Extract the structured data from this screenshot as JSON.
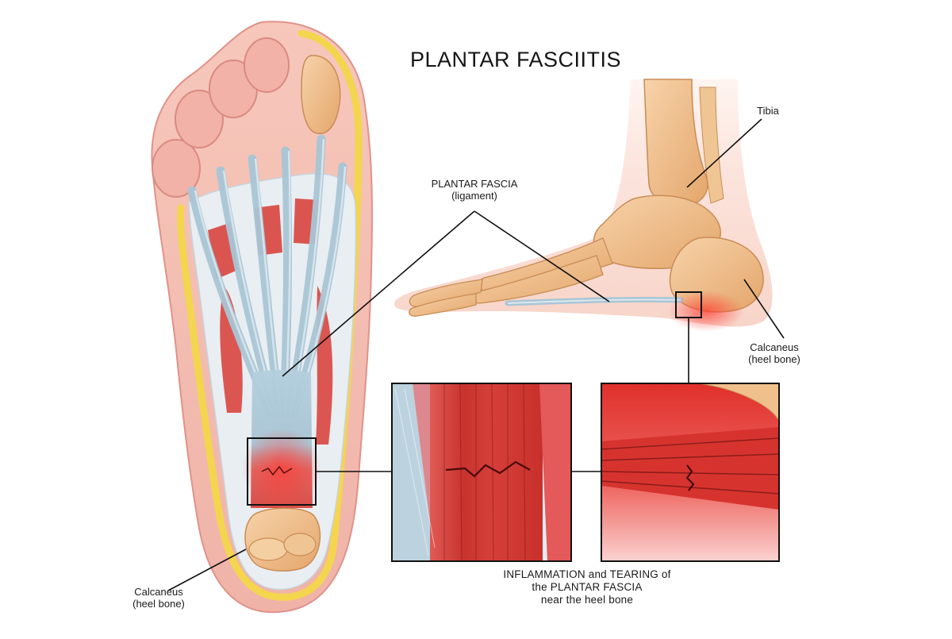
{
  "title": "PLANTAR FASCIITIS",
  "labels": {
    "tibia": "Tibia",
    "plantar_fascia": "PLANTAR FASCIA",
    "plantar_fascia_sub": "(ligament)",
    "calcaneus_right": "Calcaneus",
    "calcaneus_right_sub": "(heel bone)",
    "calcaneus_left": "Calcaneus",
    "calcaneus_left_sub": "(heel bone)"
  },
  "caption": {
    "line1": "INFLAMMATION and TEARING of",
    "line2": "the PLANTAR FASCIA",
    "line3": "near the heel bone"
  },
  "colors": {
    "skin": "#f3b9ad",
    "skin_dark": "#e0928a",
    "fascia": "#a9c6d6",
    "fascia_light": "#dbe8ef",
    "muscle": "#d9453f",
    "muscle_light": "#ef6e66",
    "bone": "#f2c08e",
    "bone_dark": "#d99a5e",
    "fat": "#f4d54e",
    "leader": "#111111"
  }
}
